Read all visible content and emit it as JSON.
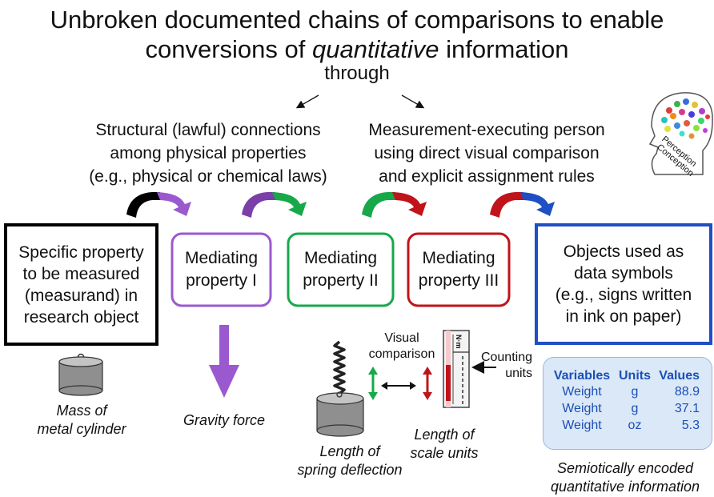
{
  "title": {
    "line1": "Unbroken documented chains of comparisons to enable",
    "line2_pre": "conversions of ",
    "line2_em": "quantitative",
    "line2_post": " information",
    "through": "through"
  },
  "left_heading": {
    "line1": "Structural (lawful) connections",
    "line2": "among physical properties",
    "line3": "(e.g., physical or chemical laws)"
  },
  "right_heading": {
    "line1": "Measurement-executing person",
    "line2": "using direct visual comparison",
    "line3": "and explicit assignment rules"
  },
  "head_icon": {
    "word1": "Perception",
    "word2": "Conception"
  },
  "boxes": {
    "measurand": [
      "Specific property",
      "to be measured",
      "(measurand) in",
      "research object"
    ],
    "mediating1": [
      "Mediating",
      "property I"
    ],
    "mediating2": [
      "Mediating",
      "property II"
    ],
    "mediating3": [
      "Mediating",
      "property III"
    ],
    "objects": [
      "Objects used as",
      "data symbols",
      "(e.g., signs written",
      "in ink on paper)"
    ]
  },
  "captions": {
    "mass": [
      "Mass of",
      "metal cylinder"
    ],
    "gravity": "Gravity force",
    "spring": [
      "Length of",
      "spring deflection"
    ],
    "scale": [
      "Length of",
      "scale units"
    ],
    "semiotic": [
      "Semiotically encoded",
      "quantitative information"
    ]
  },
  "labels": {
    "visual": [
      "Visual",
      "comparison"
    ],
    "counting": [
      "Counting",
      "units"
    ],
    "scale_unit": "N·m"
  },
  "table": {
    "headers": [
      "Variables",
      "Units",
      "Values"
    ],
    "rows": [
      [
        "Weight",
        "g",
        "88.9"
      ],
      [
        "Weight",
        "g",
        "37.1"
      ],
      [
        "Weight",
        "oz",
        "5.3"
      ]
    ]
  },
  "colors": {
    "black": "#000000",
    "purple": "#9b59d0",
    "green": "#17a84a",
    "red": "#c0141a",
    "blue": "#1f4fc4",
    "table_text": "#1b4fb5",
    "table_bg": "#dbe8f8"
  }
}
